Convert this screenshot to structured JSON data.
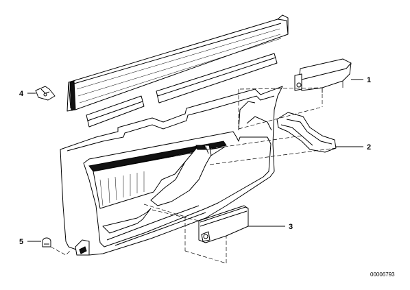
{
  "callouts": [
    {
      "id": "1",
      "label": "1"
    },
    {
      "id": "2",
      "label": "2"
    },
    {
      "id": "3",
      "label": "3"
    },
    {
      "id": "4",
      "label": "4"
    },
    {
      "id": "5",
      "label": "5"
    }
  ],
  "document_number": "00006793"
}
